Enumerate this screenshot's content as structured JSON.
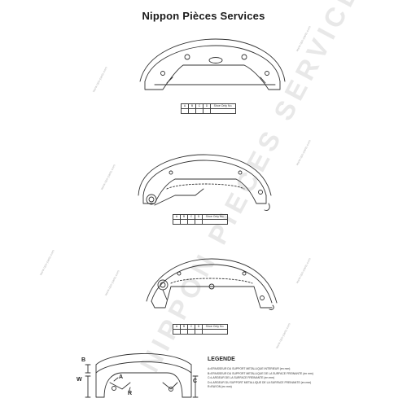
{
  "title": "Nippon Pièces Services",
  "watermark": "NIPPON PIECES SERVICES",
  "watermark_url": "www.nps-parts.com",
  "spec_tables": [
    {
      "headers": [
        "A",
        "B",
        "C",
        "D",
        "Shoe Only No."
      ],
      "values": [
        "",
        "",
        "",
        "",
        ""
      ]
    },
    {
      "headers": [
        "A",
        "B",
        "C",
        "D",
        "Shoe Only No."
      ],
      "values": [
        "",
        "",
        "",
        "",
        ""
      ]
    },
    {
      "headers": [
        "A",
        "B",
        "C",
        "D",
        "Shoe Only No."
      ],
      "values": [
        "",
        "",
        "",
        "",
        ""
      ]
    }
  ],
  "legend": {
    "title": "LEGENDE",
    "items": [
      "A=EPAISSEUR DU SUPPORT METALLIQUE INTERIEUR (en mm)",
      "B=EPAISSEUR DU SUPPORT METALLIQUE DE LA SURFACE FREINANTE (en mm)",
      "C=LARGEUR DE LA SURFACE FREINANTE (en mm)",
      "D=LARGEUR DU SUPPORT METALLIQUE DE LA SURFACE FREINANTE (en mm)",
      "R=RAYON (en mm)"
    ]
  },
  "dimension_labels": {
    "B": "B",
    "W": "W",
    "A": "A",
    "R": "R",
    "C": "C"
  },
  "colors": {
    "line": "#333333",
    "watermark": "#c8c8c8"
  }
}
